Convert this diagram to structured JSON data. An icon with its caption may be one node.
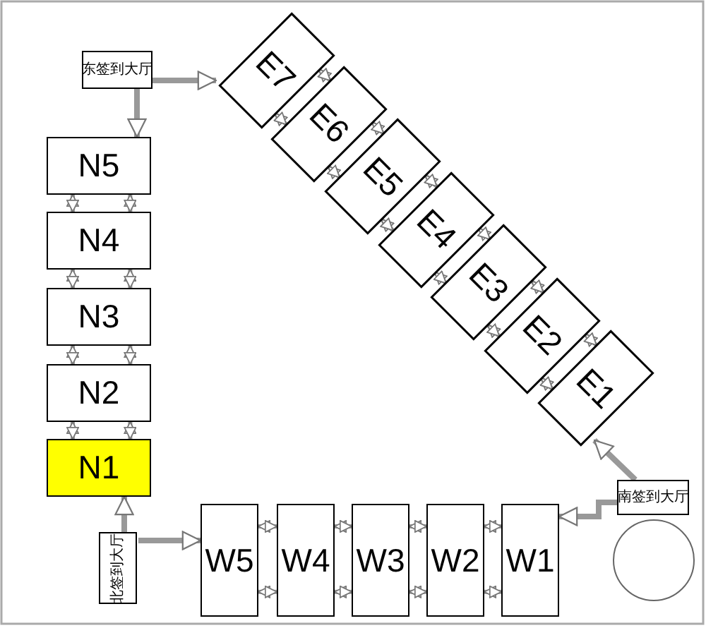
{
  "diagram": {
    "nodes": [
      {
        "text": [
          "东签到大厅"
        ]
      },
      {
        "text": [
          "N5"
        ]
      },
      {
        "text": [
          "N4"
        ]
      },
      {
        "text": [
          "N3"
        ]
      },
      {
        "text": [
          "N2"
        ]
      },
      {
        "text": [
          "N1"
        ]
      },
      {
        "text": [
          "E7"
        ]
      },
      {
        "text": [
          "E6"
        ]
      },
      {
        "text": [
          "E5"
        ]
      },
      {
        "text": [
          "E4"
        ]
      },
      {
        "text": [
          "E3"
        ]
      },
      {
        "text": [
          "E2"
        ]
      },
      {
        "text": [
          "E1"
        ]
      },
      {
        "text": [
          "南签到大厅"
        ]
      },
      {
        "text": [
          "北签到大厅"
        ]
      },
      {
        "text": [
          "W5"
        ]
      },
      {
        "text": [
          "W4"
        ]
      },
      {
        "text": [
          "W3"
        ]
      },
      {
        "text": [
          "W2"
        ]
      },
      {
        "text": [
          "W1"
        ]
      },
      {
        "text": [],
        "shape": "circle"
      }
    ],
    "edges": [
      {
        "from": 1,
        "to": 2,
        "arrow": "both"
      },
      {
        "from": 1,
        "to": 2,
        "arrow": "both"
      },
      {
        "from": 2,
        "to": 3,
        "arrow": "both"
      },
      {
        "from": 2,
        "to": 3,
        "arrow": "both"
      },
      {
        "from": 3,
        "to": 4,
        "arrow": "both"
      },
      {
        "from": 3,
        "to": 4,
        "arrow": "both"
      },
      {
        "from": 4,
        "to": 5,
        "arrow": "both"
      },
      {
        "from": 4,
        "to": 5,
        "arrow": "both"
      },
      {
        "from": 6,
        "to": 7,
        "arrow": "both"
      },
      {
        "from": 6,
        "to": 7,
        "arrow": "both"
      },
      {
        "from": 7,
        "to": 8,
        "arrow": "both"
      },
      {
        "from": 7,
        "to": 8,
        "arrow": "both"
      },
      {
        "from": 8,
        "to": 9,
        "arrow": "both"
      },
      {
        "from": 8,
        "to": 9,
        "arrow": "both"
      },
      {
        "from": 9,
        "to": 10,
        "arrow": "both"
      },
      {
        "from": 9,
        "to": 10,
        "arrow": "both"
      },
      {
        "from": 10,
        "to": 11,
        "arrow": "both"
      },
      {
        "from": 10,
        "to": 11,
        "arrow": "both"
      },
      {
        "from": 11,
        "to": 12,
        "arrow": "both"
      },
      {
        "from": 11,
        "to": 12,
        "arrow": "both"
      },
      {
        "from": 15,
        "to": 16,
        "arrow": "both"
      },
      {
        "from": 15,
        "to": 16,
        "arrow": "both"
      },
      {
        "from": 16,
        "to": 17,
        "arrow": "both"
      },
      {
        "from": 16,
        "to": 17,
        "arrow": "both"
      },
      {
        "from": 17,
        "to": 18,
        "arrow": "both"
      },
      {
        "from": 17,
        "to": 18,
        "arrow": "both"
      },
      {
        "from": 18,
        "to": 19,
        "arrow": "both"
      },
      {
        "from": 18,
        "to": 19,
        "arrow": "both"
      },
      {
        "from": 0,
        "to": 6,
        "arrow": "to"
      },
      {
        "from": 0,
        "to": 1,
        "arrow": "to"
      },
      {
        "from": 13,
        "to": 12,
        "arrow": "to"
      },
      {
        "from": 13,
        "to": 19,
        "arrow": "to"
      },
      {
        "from": 14,
        "to": 5,
        "arrow": "to"
      },
      {
        "from": 14,
        "to": 15,
        "arrow": "to"
      }
    ]
  }
}
